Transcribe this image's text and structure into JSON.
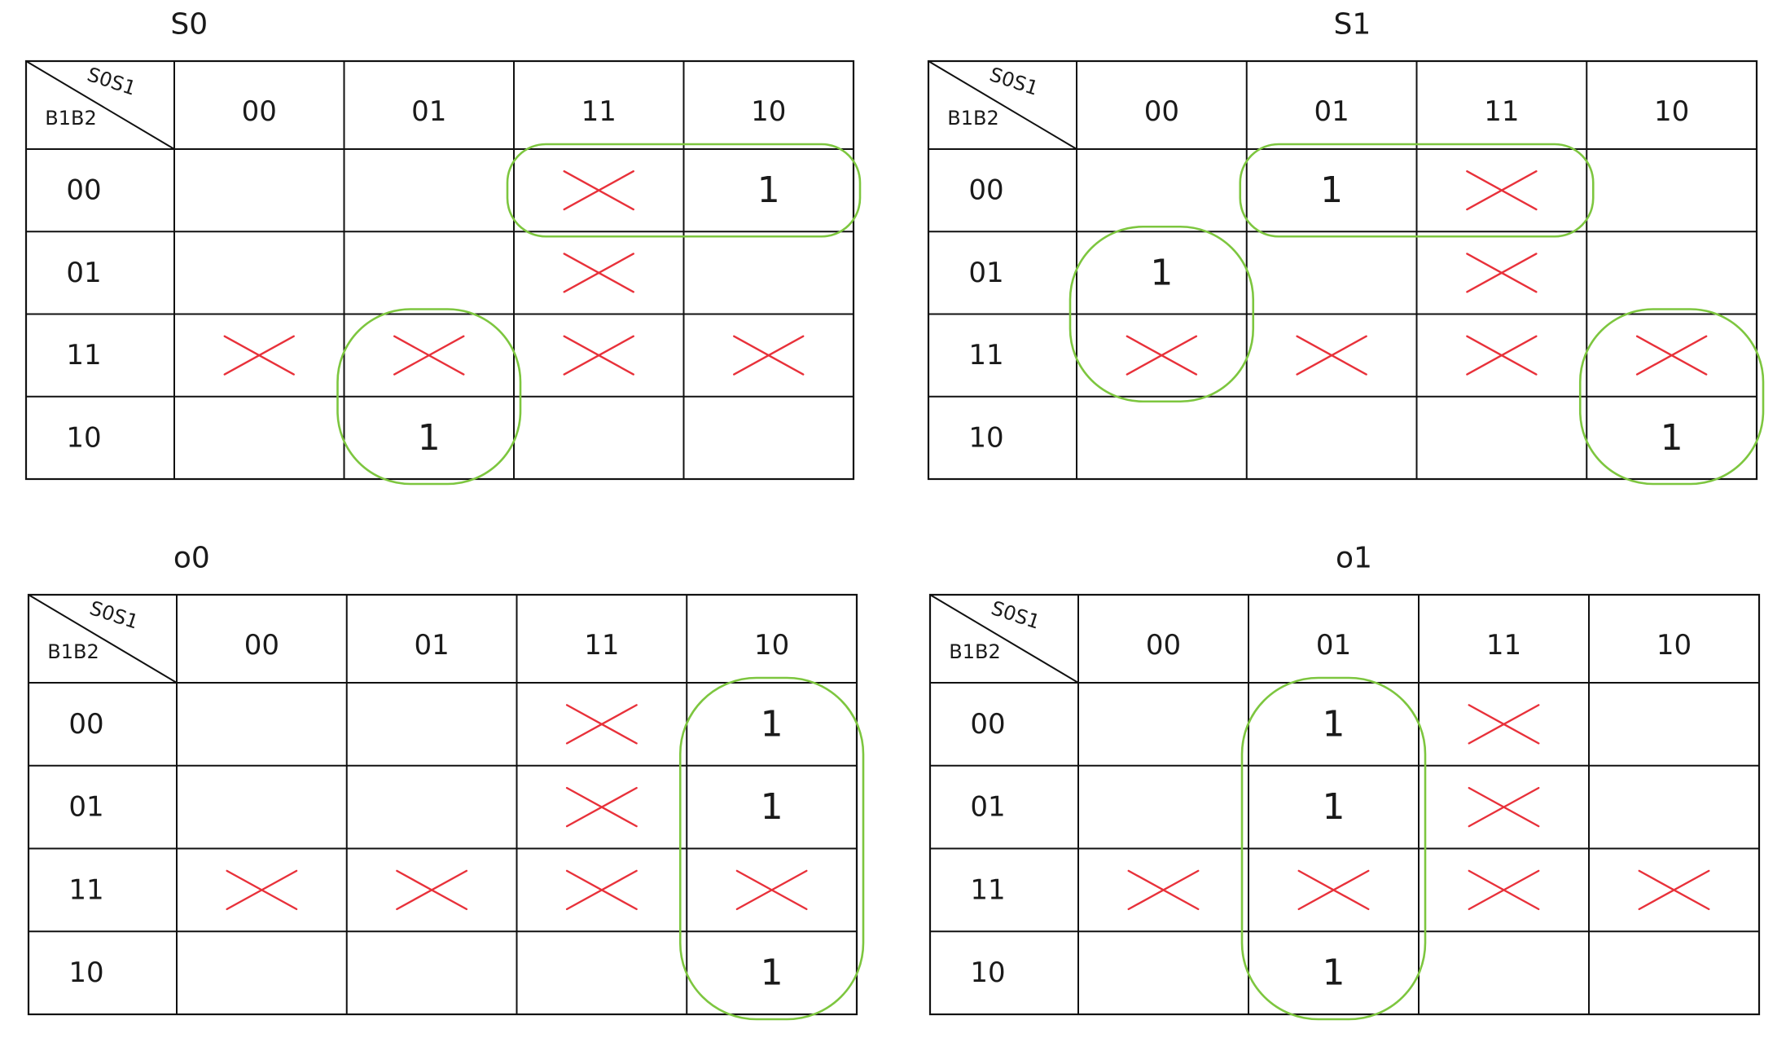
{
  "maps": [
    {
      "title": "S0",
      "corner_top": "S0S1",
      "corner_bottom": "B1B2",
      "col_labels": [
        "00",
        "01",
        "11",
        "10"
      ],
      "row_labels": [
        "00",
        "01",
        "11",
        "10"
      ],
      "cells": [
        [
          "",
          "",
          "X",
          "1"
        ],
        [
          "",
          "",
          "X",
          ""
        ],
        [
          "X",
          "X",
          "X",
          "X"
        ],
        [
          "",
          "1",
          "",
          ""
        ]
      ],
      "groups": [
        {
          "rows": [
            0,
            0
          ],
          "cols": [
            2,
            3
          ]
        },
        {
          "rows": [
            2,
            3
          ],
          "cols": [
            1,
            1
          ]
        }
      ]
    },
    {
      "title": "S1",
      "corner_top": "S0S1",
      "corner_bottom": "B1B2",
      "col_labels": [
        "00",
        "01",
        "11",
        "10"
      ],
      "row_labels": [
        "00",
        "01",
        "11",
        "10"
      ],
      "cells": [
        [
          "",
          "1",
          "X",
          ""
        ],
        [
          "1",
          "",
          "X",
          ""
        ],
        [
          "X",
          "X",
          "X",
          "X"
        ],
        [
          "",
          "",
          "",
          "1"
        ]
      ],
      "groups": [
        {
          "rows": [
            0,
            0
          ],
          "cols": [
            1,
            2
          ]
        },
        {
          "rows": [
            1,
            2
          ],
          "cols": [
            0,
            0
          ]
        },
        {
          "rows": [
            2,
            3
          ],
          "cols": [
            3,
            3
          ]
        }
      ]
    },
    {
      "title": "o0",
      "corner_top": "S0S1",
      "corner_bottom": "B1B2",
      "col_labels": [
        "00",
        "01",
        "11",
        "10"
      ],
      "row_labels": [
        "00",
        "01",
        "11",
        "10"
      ],
      "cells": [
        [
          "",
          "",
          "X",
          "1"
        ],
        [
          "",
          "",
          "X",
          "1"
        ],
        [
          "X",
          "X",
          "X",
          "X"
        ],
        [
          "",
          "",
          "",
          "1"
        ]
      ],
      "groups": [
        {
          "rows": [
            0,
            3
          ],
          "cols": [
            3,
            3
          ]
        }
      ]
    },
    {
      "title": "o1",
      "corner_top": "S0S1",
      "corner_bottom": "B1B2",
      "col_labels": [
        "00",
        "01",
        "11",
        "10"
      ],
      "row_labels": [
        "00",
        "01",
        "11",
        "10"
      ],
      "cells": [
        [
          "",
          "1",
          "X",
          ""
        ],
        [
          "",
          "1",
          "X",
          ""
        ],
        [
          "X",
          "X",
          "X",
          "X"
        ],
        [
          "",
          "1",
          "",
          ""
        ]
      ],
      "groups": [
        {
          "rows": [
            0,
            3
          ],
          "cols": [
            1,
            1
          ]
        }
      ]
    }
  ],
  "colors": {
    "grid": "#111111",
    "dont_care": "#e8313a",
    "group": "#7dc63f",
    "text": "#1a1a1a"
  }
}
